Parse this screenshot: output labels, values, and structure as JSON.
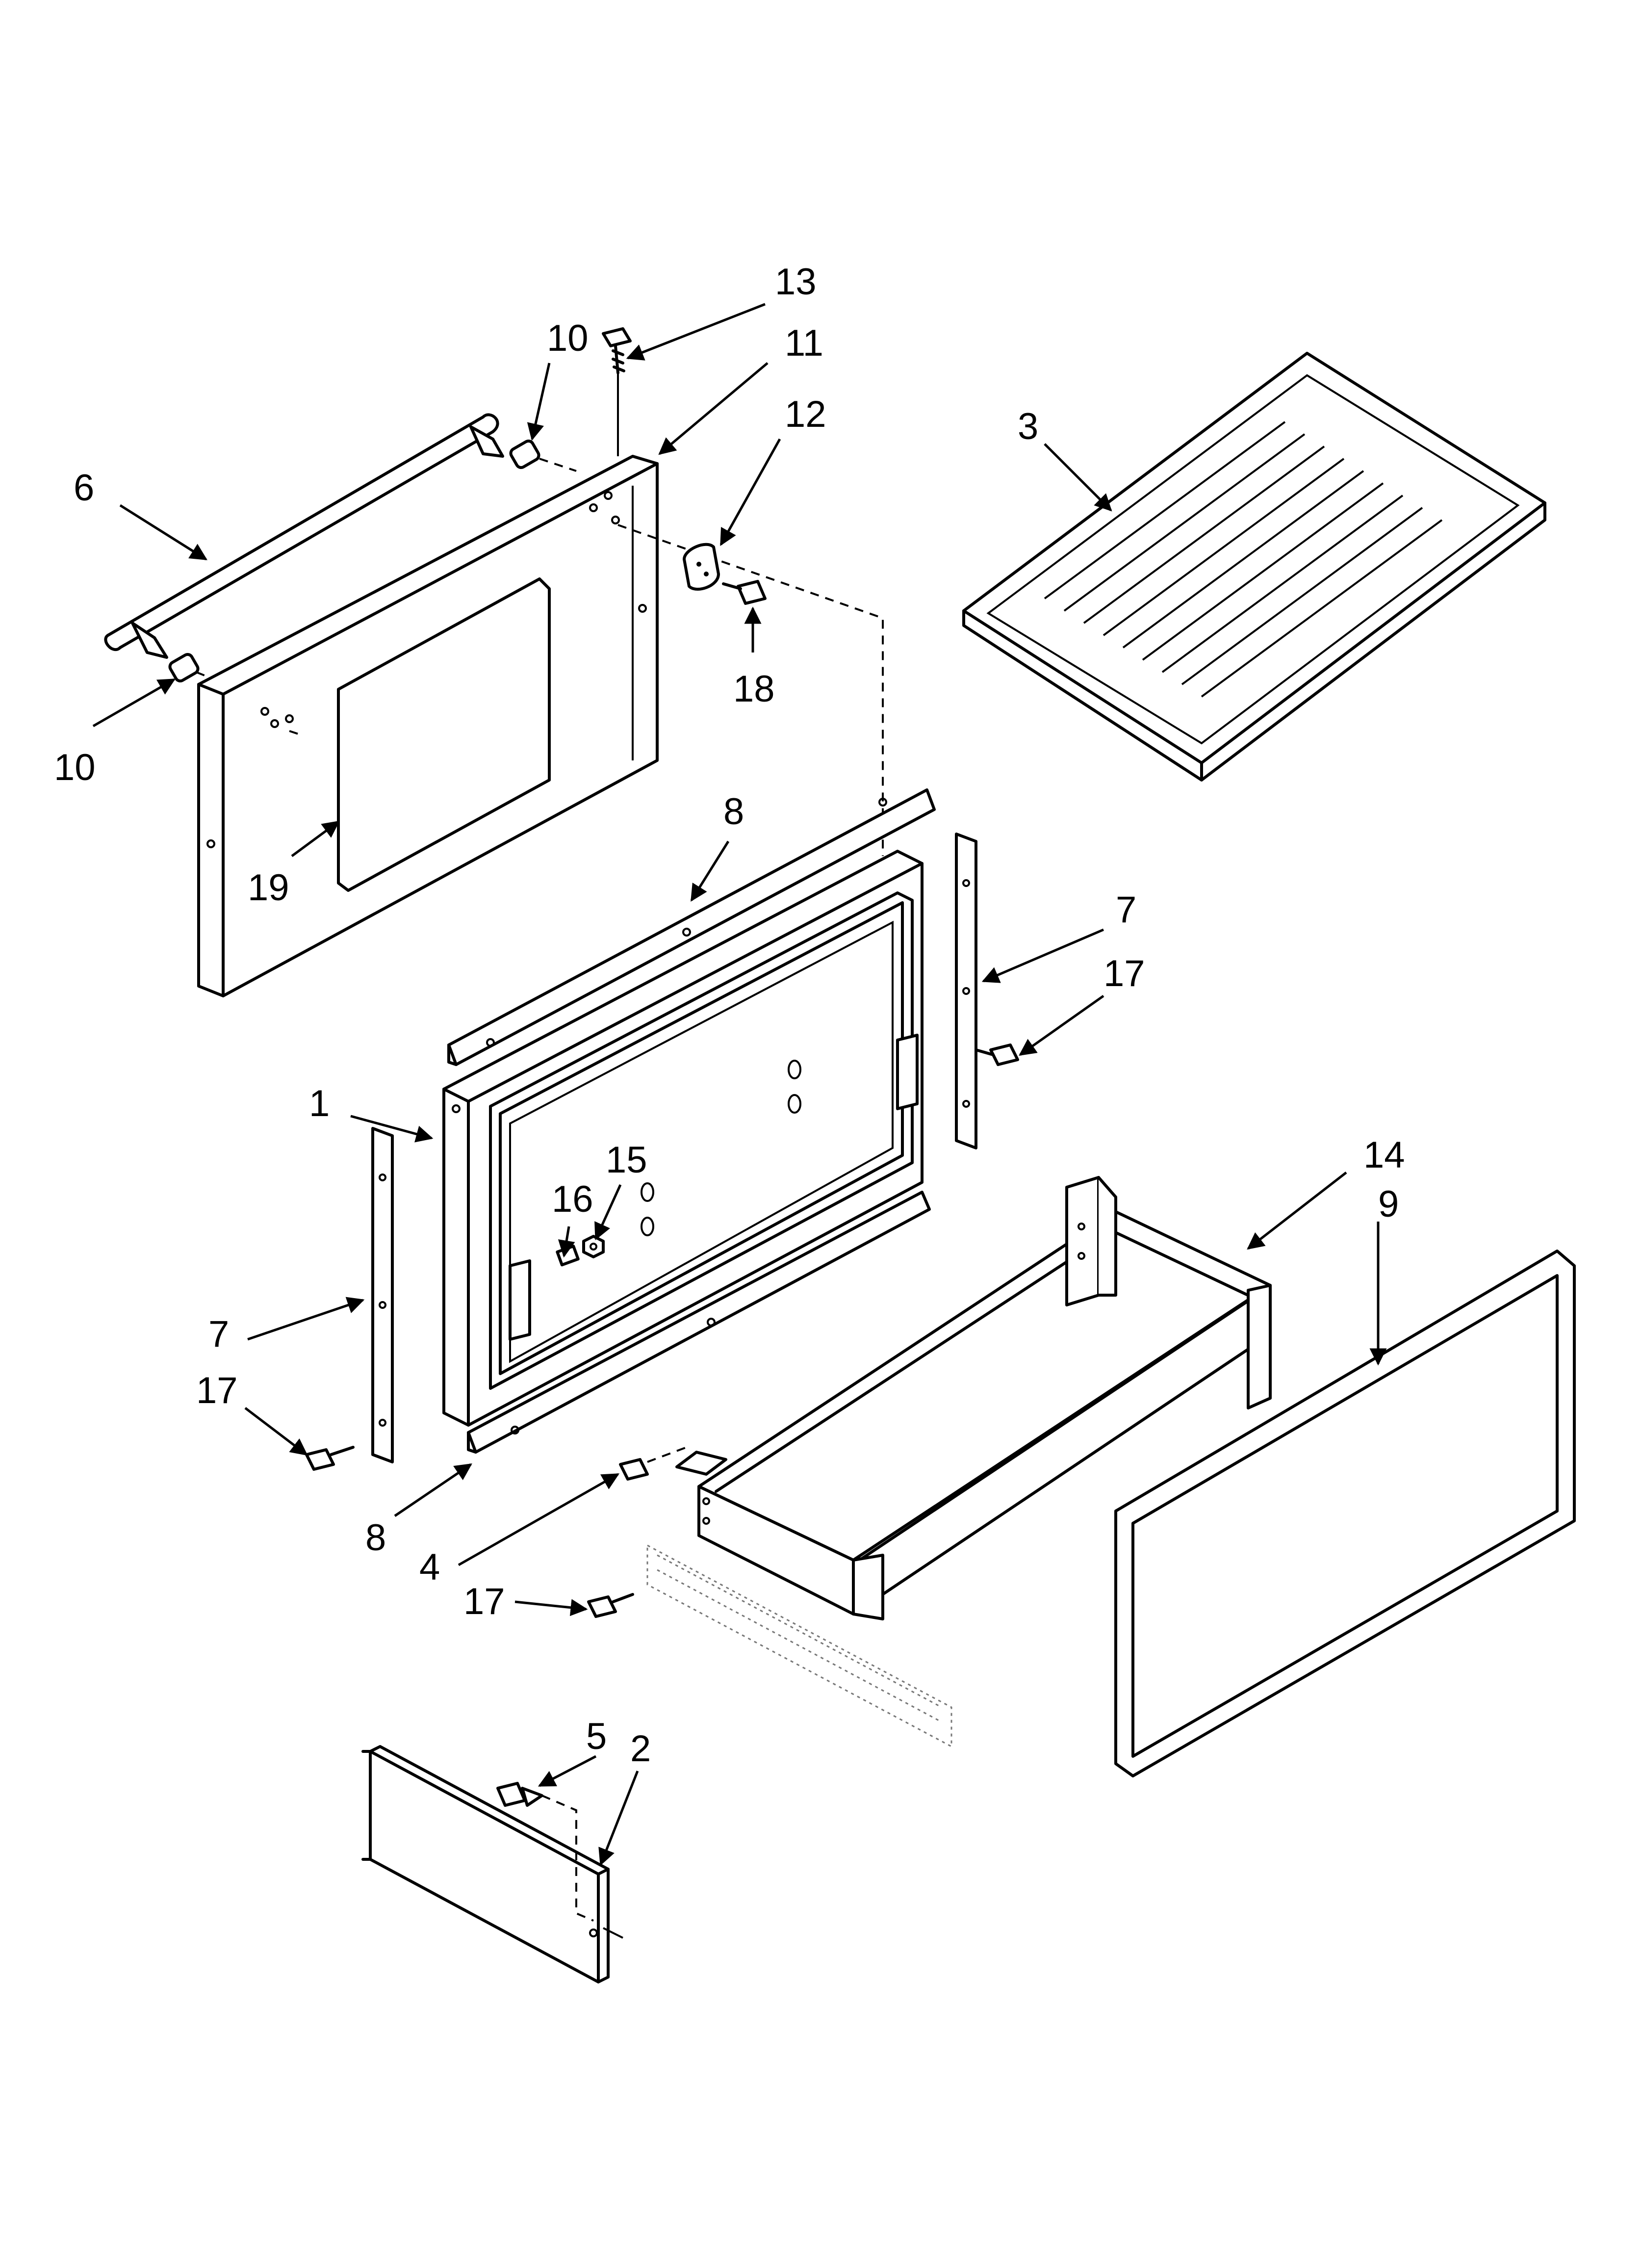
{
  "diagram": {
    "callouts": [
      "1",
      "2",
      "3",
      "4",
      "5",
      "6",
      "7",
      "8",
      "9",
      "10",
      "11",
      "12",
      "13",
      "14",
      "15",
      "16",
      "17",
      "18",
      "19"
    ]
  },
  "colors": {
    "line": "#000000",
    "background": "#ffffff"
  }
}
